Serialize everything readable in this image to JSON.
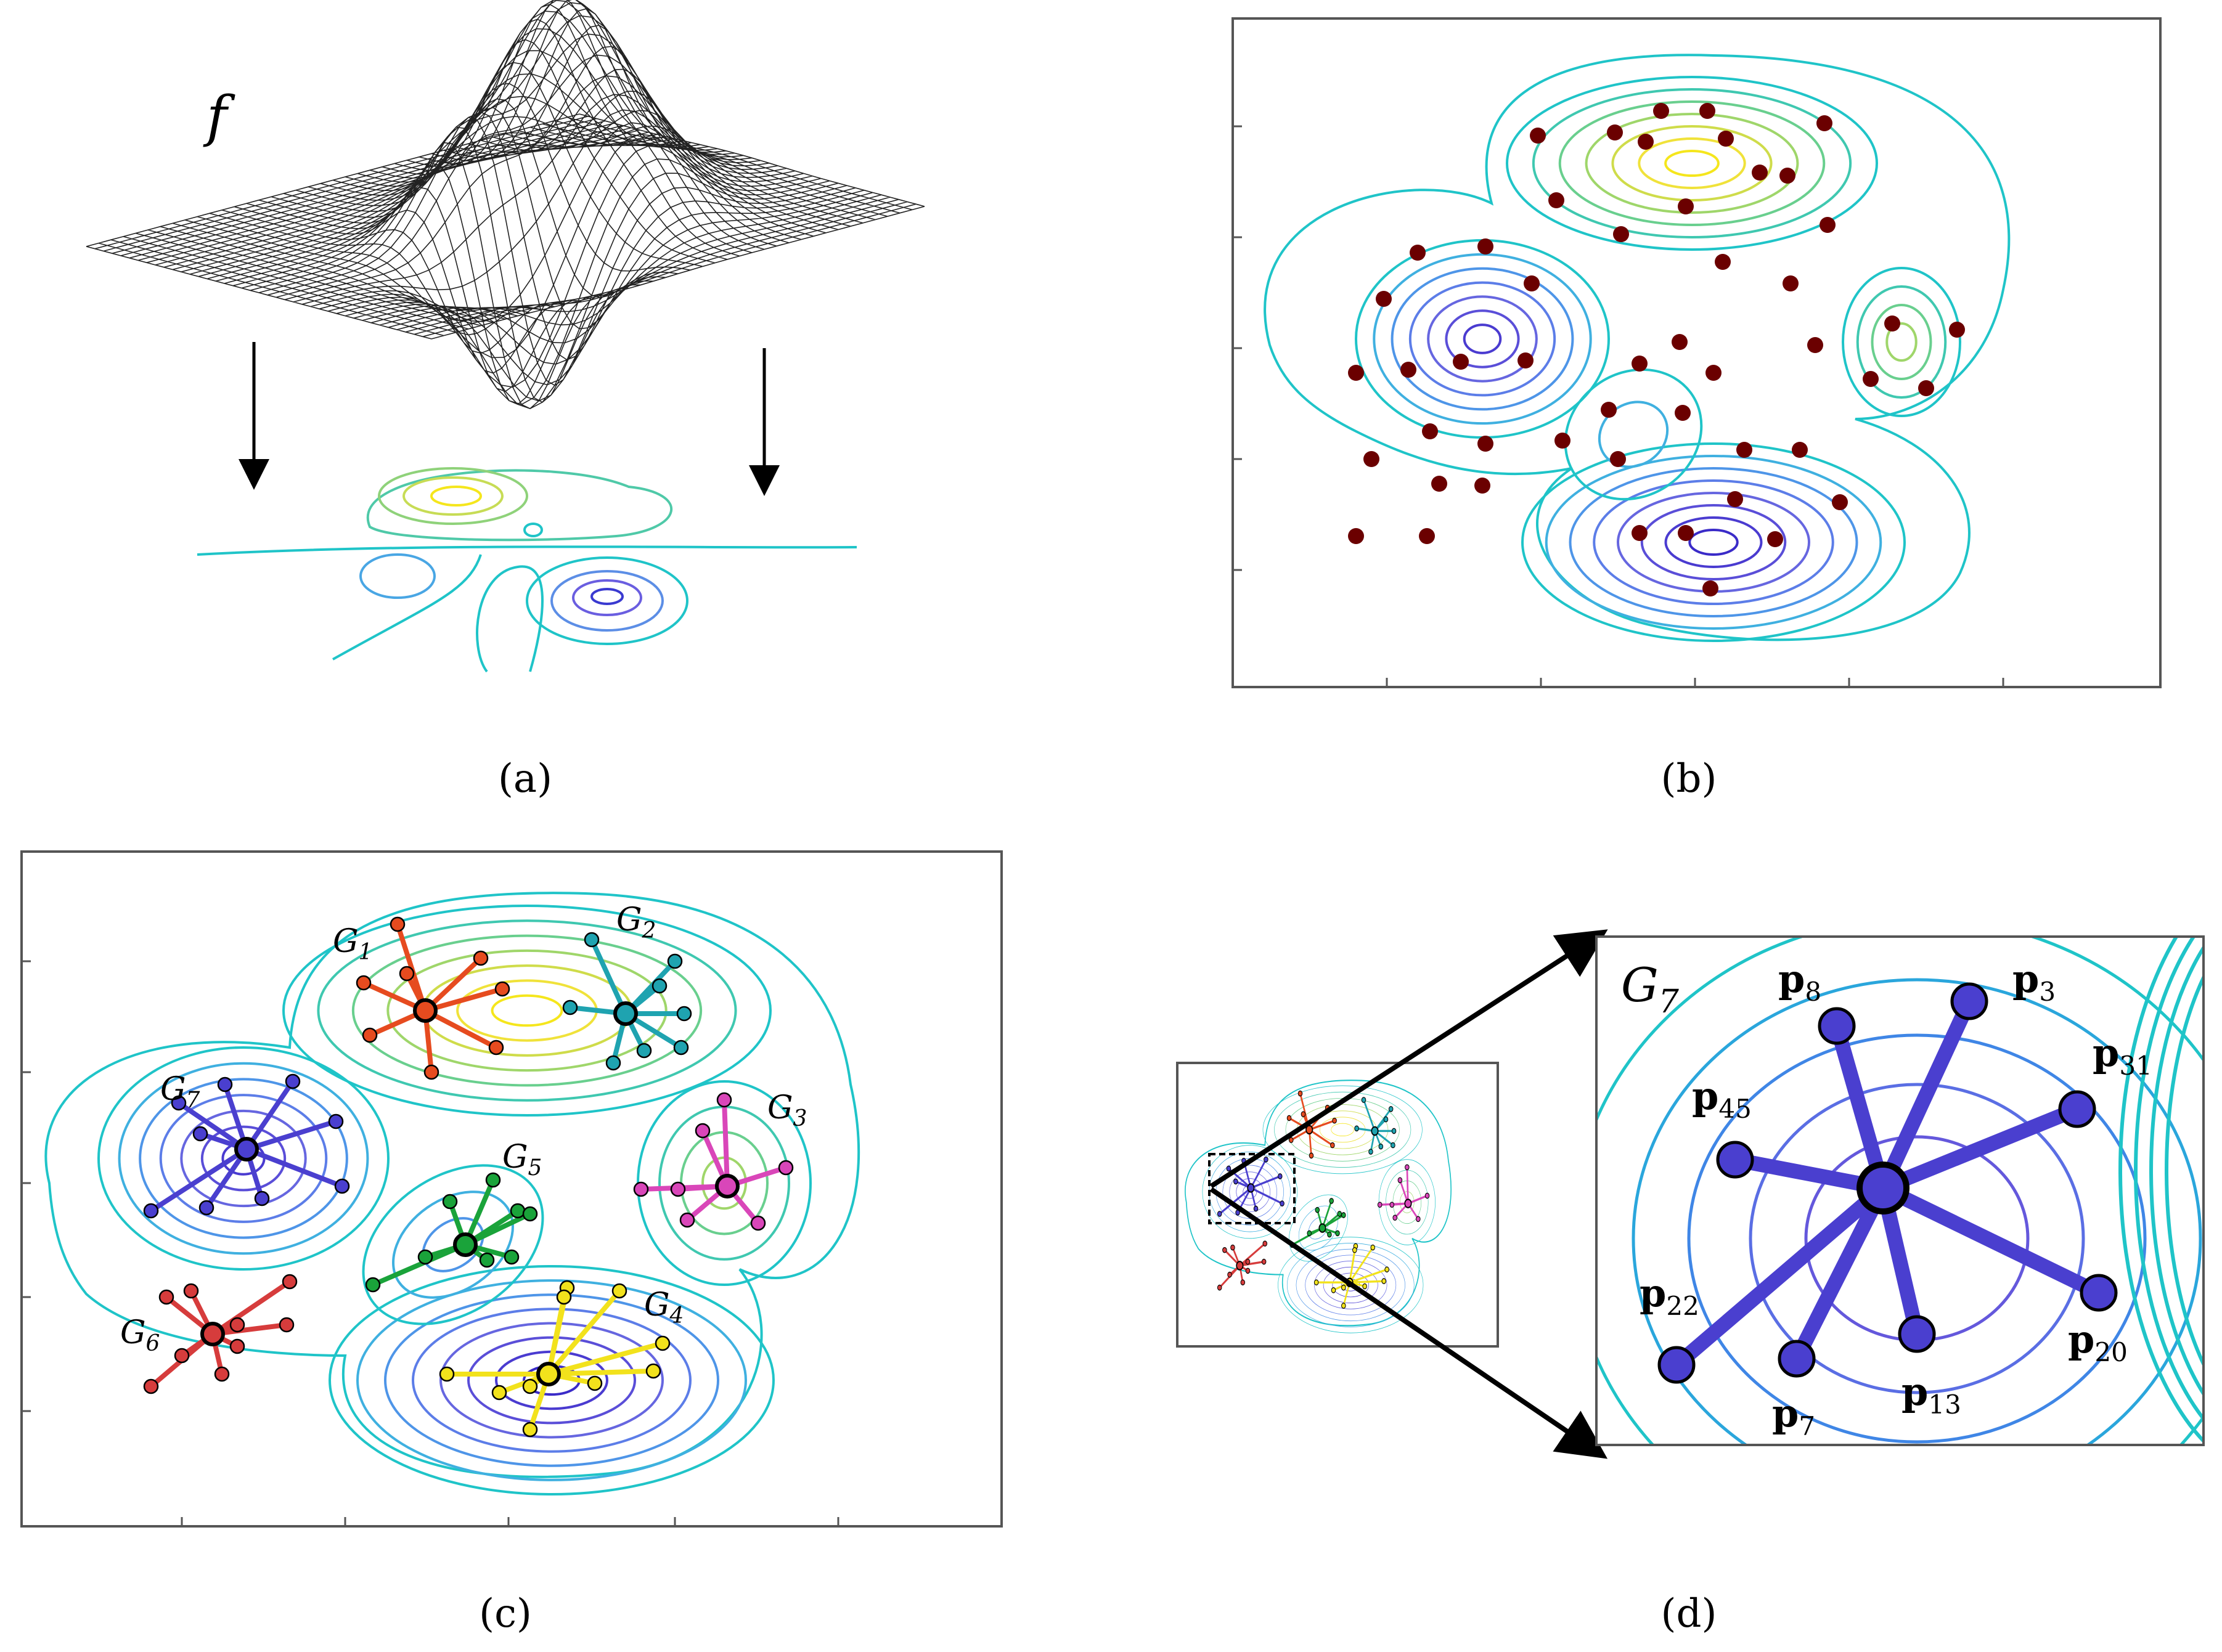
{
  "panels": {
    "a": {
      "caption": "(a)",
      "surface_label": "f"
    },
    "b": {
      "caption": "(b)"
    },
    "c": {
      "caption": "(c)"
    },
    "d": {
      "caption": "(d)",
      "group_label": "G7"
    }
  },
  "groups": [
    {
      "id": "G1",
      "base": "G",
      "sub": "1",
      "color": "#e64b1f"
    },
    {
      "id": "G2",
      "base": "G",
      "sub": "2",
      "color": "#1fa3b0"
    },
    {
      "id": "G3",
      "base": "G",
      "sub": "3",
      "color": "#d946b9"
    },
    {
      "id": "G4",
      "base": "G",
      "sub": "4",
      "color": "#f2e21c"
    },
    {
      "id": "G5",
      "base": "G",
      "sub": "5",
      "color": "#1aa33a"
    },
    {
      "id": "G6",
      "base": "G",
      "sub": "6",
      "color": "#d63c3c"
    },
    {
      "id": "G7",
      "base": "G",
      "sub": "7",
      "color": "#4a3fcf"
    }
  ],
  "zoom_points": [
    {
      "base": "p",
      "sub": "8"
    },
    {
      "base": "p",
      "sub": "3"
    },
    {
      "base": "p",
      "sub": "31"
    },
    {
      "base": "p",
      "sub": "45"
    },
    {
      "base": "p",
      "sub": "22"
    },
    {
      "base": "p",
      "sub": "7"
    },
    {
      "base": "p",
      "sub": "13"
    },
    {
      "base": "p",
      "sub": "20"
    }
  ],
  "colors": {
    "contour_outer": "#1fc4c8",
    "contour_peak": "#f5e61c",
    "contour_valley": "#3a3ad0",
    "data_point": "#6b0000",
    "frame": "#555555"
  }
}
